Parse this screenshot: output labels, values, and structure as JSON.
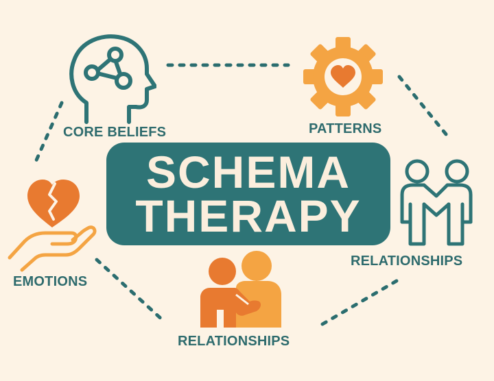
{
  "title": {
    "line1": "SCHEMA",
    "line2": "THERAPY"
  },
  "nodes": [
    {
      "id": "core-beliefs",
      "label": "CORE BELIEFS",
      "icon": "head-network-icon"
    },
    {
      "id": "patterns",
      "label": "PATTERNS",
      "icon": "gear-heart-icon"
    },
    {
      "id": "relationships-right",
      "label": "RELATIONSHIPS",
      "icon": "two-people-outline-icon"
    },
    {
      "id": "relationships-bottom",
      "label": "RELATIONSHIPS",
      "icon": "two-people-comfort-icon"
    },
    {
      "id": "emotions",
      "label": "EMOTIONS",
      "icon": "broken-heart-hand-icon"
    }
  ],
  "colors": {
    "background": "#fdf3e5",
    "teal": "#2e7476",
    "label_teal": "#2e6b6d",
    "orange": "#e87a30",
    "light_orange": "#f4a443",
    "title_text": "#fbeedd"
  }
}
